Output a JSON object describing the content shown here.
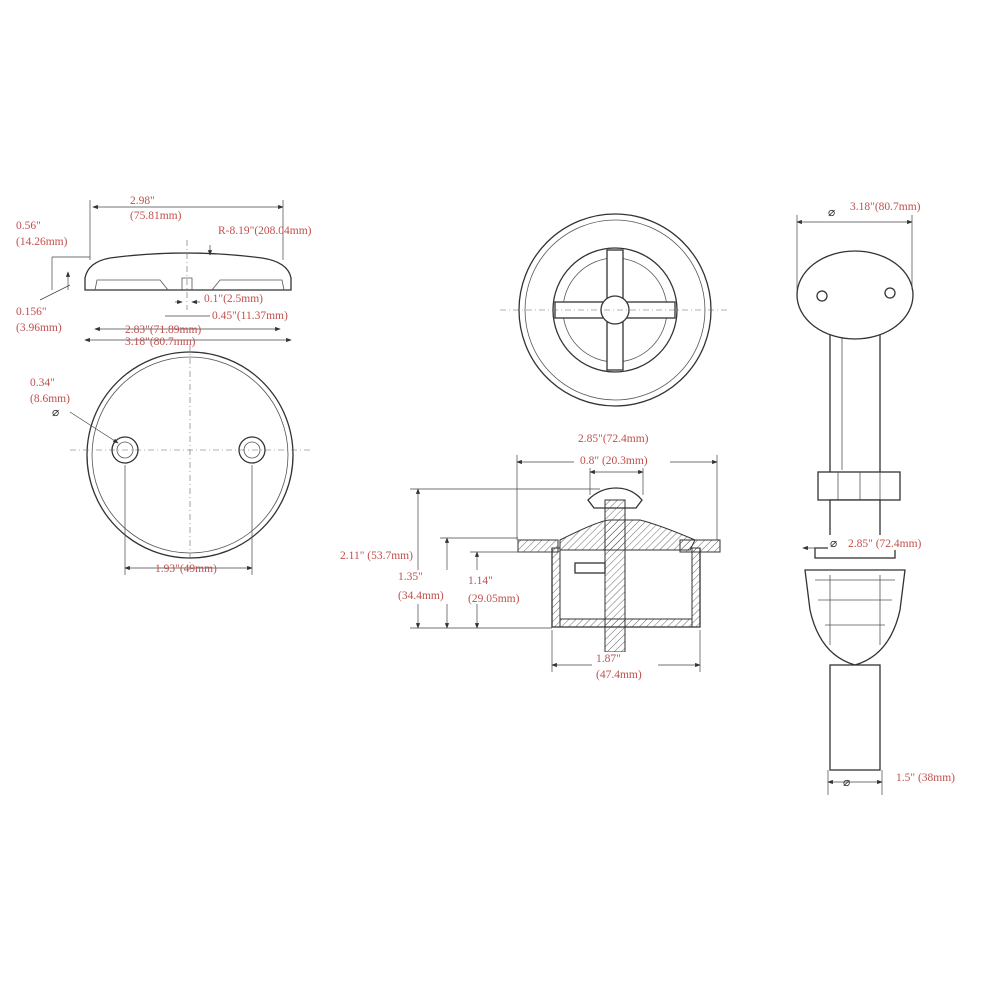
{
  "colors": {
    "label": "#c0504d",
    "line": "#333333"
  },
  "cap_side": {
    "width_top": "2.98\"",
    "width_top_mm": "(75.81mm)",
    "height": "0.56\"",
    "height_mm": "(14.26mm)",
    "radius": "R-8.19\"(208.04mm)",
    "lip": "0.156\"",
    "lip_mm": "(3.96mm)",
    "slot": "0.1\"(2.5mm)",
    "slot_outer": "0.45\"(11.37mm)",
    "inner": "2.83\"(71.89mm)",
    "outer": "3.18\"(80.7mm)"
  },
  "cap_top": {
    "hole": "0.34\"",
    "hole_mm": "(8.6mm)",
    "dia_symbol": "⌀",
    "spacing": "1.93\"(49mm)"
  },
  "stopper_section": {
    "flange": "2.85\"(72.4mm)",
    "knob": "0.8\" (20.3mm)",
    "total_height": "2.11\" (53.7mm)",
    "body_height": "1.35\"",
    "body_height_mm": "(34.4mm)",
    "inner_height": "1.14\"",
    "inner_height_mm": "(29.05mm)",
    "body_dia": "1.87\"",
    "body_dia_mm": "(47.4mm)"
  },
  "assembly": {
    "symbol": "⌀",
    "cap": "3.18\"(80.7mm)",
    "drain": "2.85\" (72.4mm)",
    "pipe": "1.5\" (38mm)"
  }
}
